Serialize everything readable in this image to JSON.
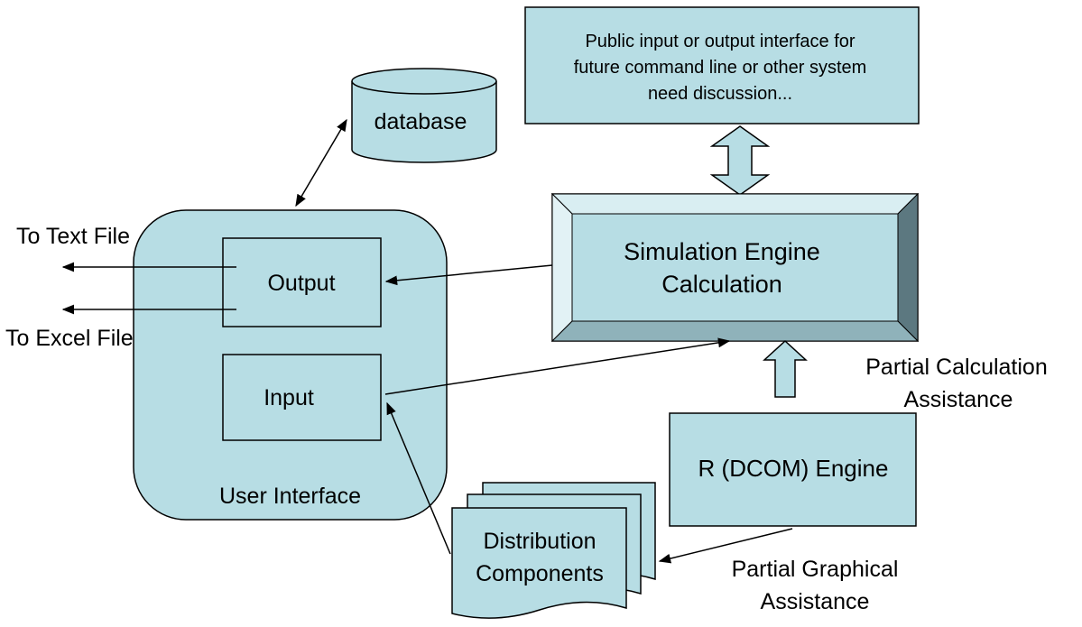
{
  "colors": {
    "fill": "#b7dde4",
    "stroke": "#000000",
    "bevel_light": "#d9eef2",
    "bevel_dark": "#5c7880",
    "bevel_mid": "#8fb2ba"
  },
  "nodes": {
    "database": {
      "label": "database"
    },
    "public_interface": {
      "lines": [
        "Public input or output interface for",
        "future command line or other system",
        "need discussion..."
      ]
    },
    "simulation_engine": {
      "lines": [
        "Simulation Engine",
        "Calculation"
      ]
    },
    "user_interface": {
      "label": "User Interface"
    },
    "output": {
      "label": "Output"
    },
    "input": {
      "label": "Input"
    },
    "r_engine": {
      "label": "R (DCOM) Engine"
    },
    "distribution": {
      "lines": [
        "Distribution",
        "Components"
      ]
    }
  },
  "annotations": {
    "to_text_file": "To Text File",
    "to_excel_file": "To Excel File",
    "partial_calc": [
      "Partial Calculation",
      "Assistance"
    ],
    "partial_graph": [
      "Partial Graphical",
      "Assistance"
    ]
  }
}
